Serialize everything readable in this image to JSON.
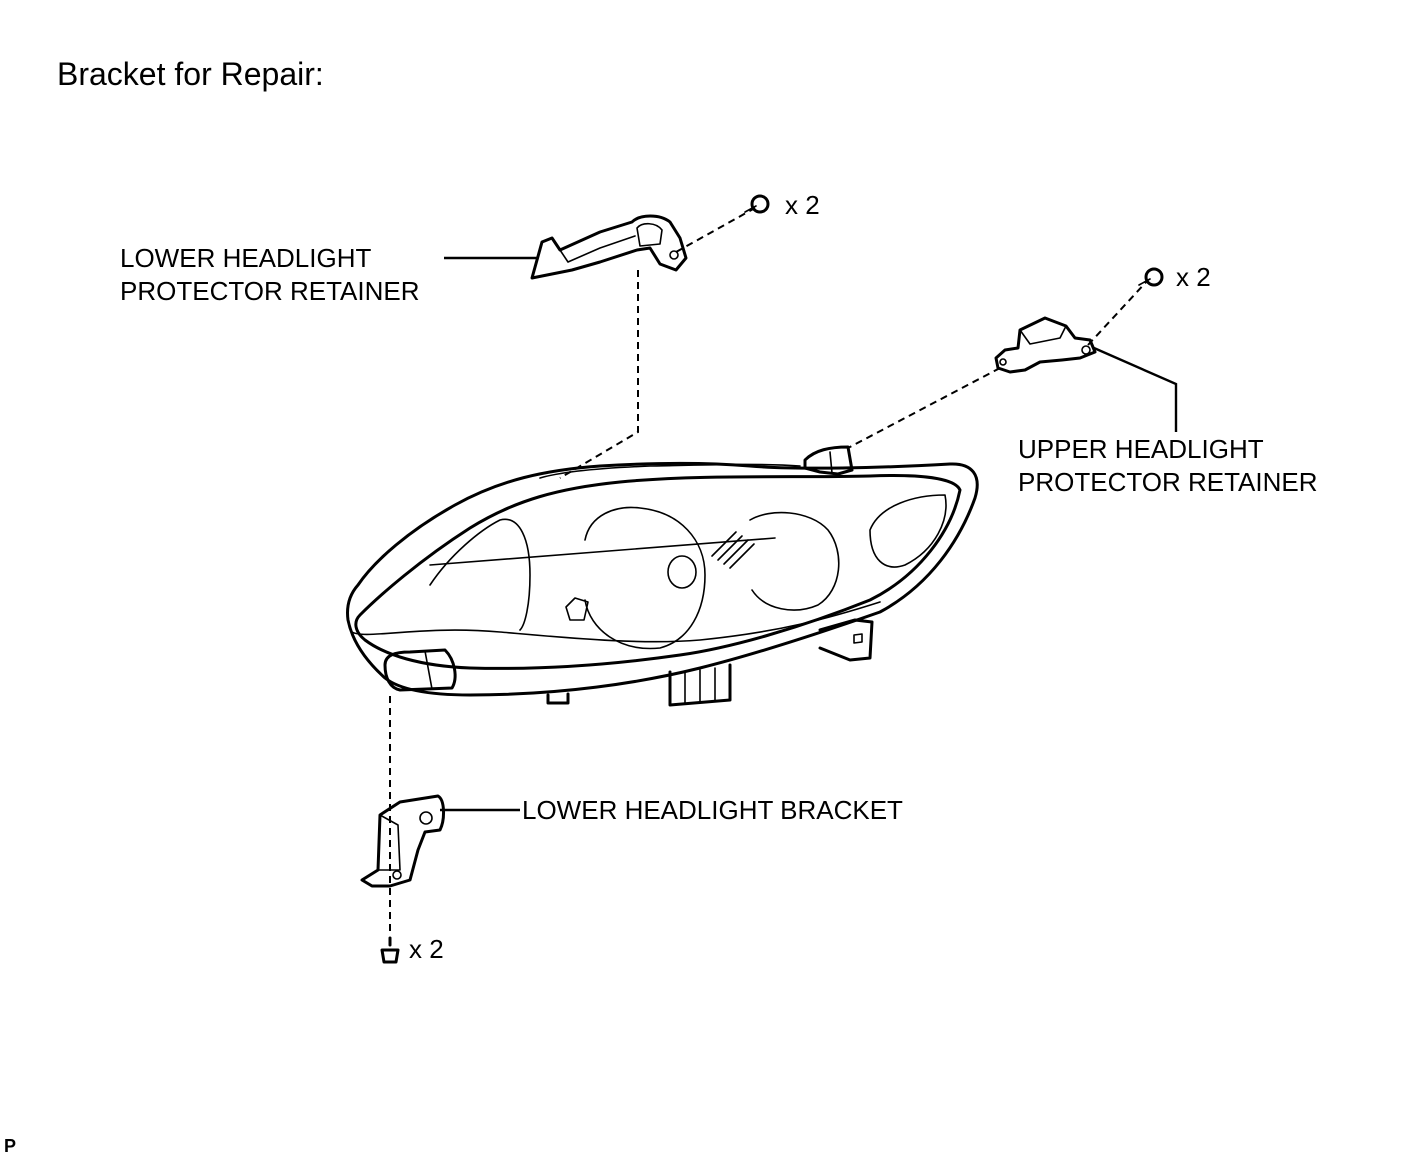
{
  "title": "Bracket for Repair:",
  "parts": {
    "lower_protector_retainer": {
      "line1": "LOWER HEADLIGHT",
      "line2": "PROTECTOR RETAINER"
    },
    "upper_protector_retainer": {
      "line1": "UPPER HEADLIGHT",
      "line2": "PROTECTOR RETAINER"
    },
    "lower_bracket": {
      "label": "LOWER HEADLIGHT BRACKET"
    }
  },
  "fasteners": {
    "lower_retainer_qty": "x 2",
    "upper_retainer_qty": "x 2",
    "bracket_qty": "x 2"
  },
  "corner_mark": "P"
}
